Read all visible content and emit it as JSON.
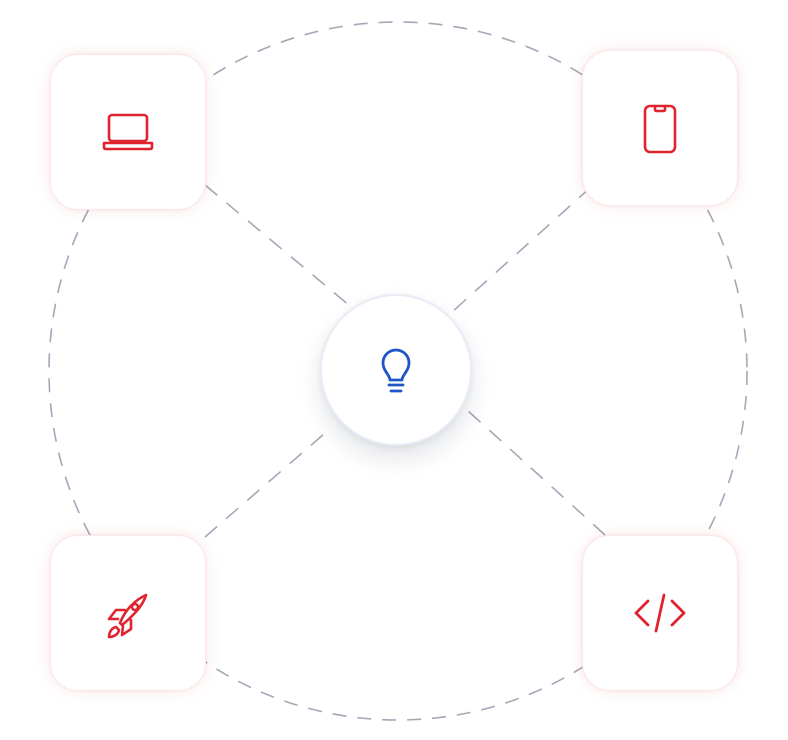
{
  "colors": {
    "accent_red": "#e0242f",
    "accent_blue": "#1f55c8",
    "dash_line": "#a3a8b8",
    "tile_glow": "#fbe7e7"
  },
  "hub": {
    "icon": "lightbulb-icon"
  },
  "nodes": [
    {
      "position": "top-left",
      "icon": "laptop-icon"
    },
    {
      "position": "top-right",
      "icon": "smartphone-icon"
    },
    {
      "position": "bottom-left",
      "icon": "rocket-icon"
    },
    {
      "position": "bottom-right",
      "icon": "code-icon"
    }
  ]
}
